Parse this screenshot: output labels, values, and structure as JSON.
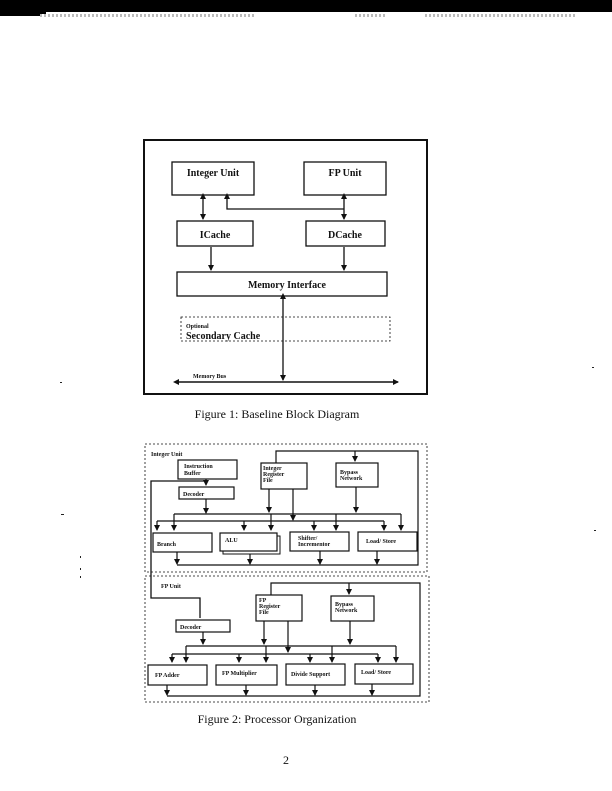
{
  "page_number": "2",
  "figure1": {
    "caption": "Figure 1: Baseline Block Diagram",
    "blocks": {
      "integer_unit": "Integer Unit",
      "fp_unit": "FP Unit",
      "icache": "ICache",
      "dcache": "DCache",
      "memory_interface": "Memory Interface",
      "optional": "Optional",
      "secondary_cache": "Secondary Cache",
      "memory_bus": "Memory Bus"
    }
  },
  "figure2": {
    "caption": "Figure 2: Processor Organization",
    "integer_unit": {
      "title": "Integer Unit",
      "instruction_buffer": [
        "Instruction",
        "Buffer"
      ],
      "integer_register_file": [
        "Integer",
        "Register",
        "File"
      ],
      "bypass_network": [
        "Bypass",
        "Network"
      ],
      "decoder": "Decoder",
      "branch": "Branch",
      "alu": "ALU",
      "shifter": [
        "Shifter/",
        "Incrementor"
      ],
      "load_store": "Load/ Store"
    },
    "fp_unit": {
      "title": "FP Unit",
      "fp_register_file": [
        "FP",
        "Register",
        "File"
      ],
      "bypass_network": [
        "Bypass",
        "Network"
      ],
      "decoder": "Decoder",
      "fp_adder": "FP Adder",
      "fp_multiplier": "FP Multiplier",
      "divide_support": "Divide Support",
      "load_store": "Load/ Store"
    }
  }
}
